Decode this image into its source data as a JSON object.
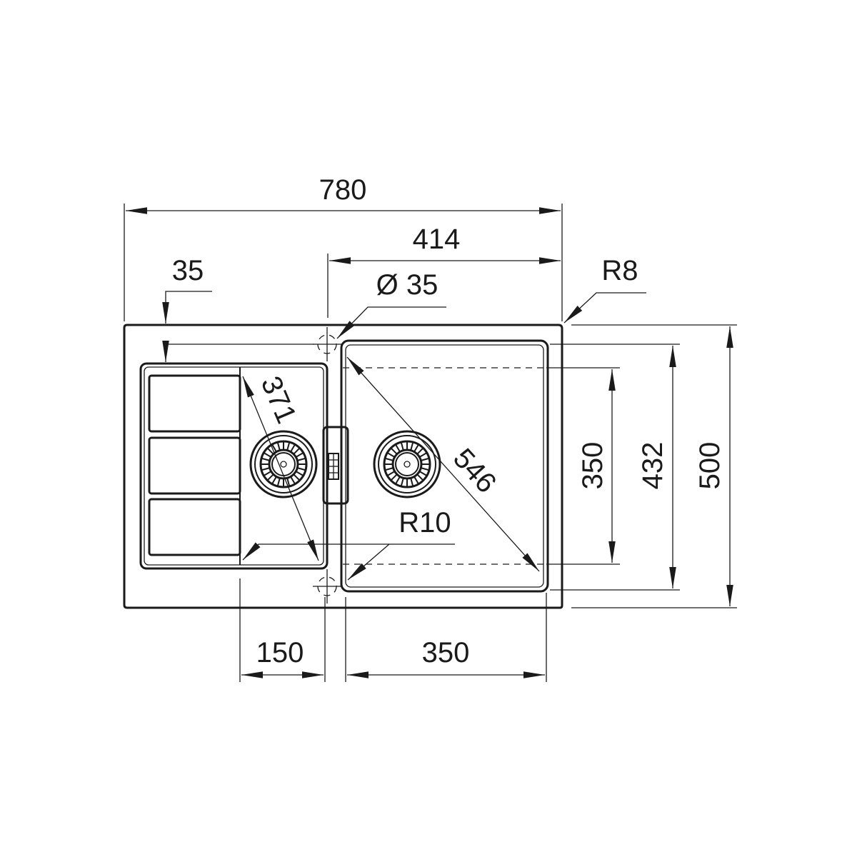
{
  "drawing": {
    "dimensions": {
      "overall_width": "780",
      "bowl_section_width": "414",
      "edge_offset": "35",
      "tap_hole": "Ø 35",
      "corner_radius_outer": "R8",
      "drainer_diagonal": "371",
      "bowl_diagonal": "546",
      "bowl_radius": "R10",
      "small_bowl_width": "150",
      "main_bowl_width": "350",
      "bowl_inner_depth": "350",
      "bowl_depth": "432",
      "overall_depth": "500"
    },
    "colors": {
      "line": "#1a1a1a",
      "background": "#ffffff"
    }
  }
}
